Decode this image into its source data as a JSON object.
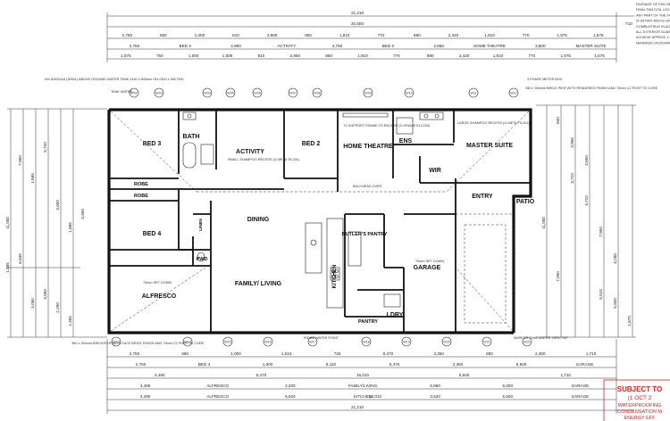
{
  "notes_top_right": [
    "PASSAGE OF FAN GEL UNIT FRE",
    "FINAL FAN COIL LOCATION.",
    "ANY PART OF THE FASCIA, GUTT",
    "IS WITHIN 450mm OF ANY BOUND",
    "COMBUSTIBLE IN ACCORDANCE",
    "ALL EXTERIOR SLABS TO BE GRA",
    "ACHIEVE APPROX 1:100 FALL TO",
    "MAXIMUM CROSSFALL OF 25mm"
  ],
  "top_dims": {
    "overall": "21,210",
    "right_end": "710",
    "row1": [
      "20,500"
    ],
    "row2": [
      "2,750",
      "850",
      "1,000",
      "810",
      "2,860",
      "850",
      "1,810",
      "770",
      "880",
      "2,420",
      "1,810",
      "770",
      "1,975",
      "1,675"
    ],
    "row3": [
      "2,750",
      "BED 3",
      "2,950",
      "ACTIVITY",
      "2,750",
      "BED 2",
      "2,650",
      "HOME THEATRE",
      "3,500",
      "MASTER SUITE"
    ],
    "row4": [
      "1,675",
      "750",
      "1,000",
      "1,605",
      "810",
      "2,860",
      "850",
      "1,810",
      "770",
      "880",
      "2,420",
      "1,810",
      "770",
      "1,975",
      "1,675"
    ]
  },
  "rooms": {
    "bed3": "BED 3",
    "bath": "BATH",
    "activity": "ACTIVITY",
    "bed2": "BED 2",
    "home_theatre": "HOME THEATRE",
    "ens": "ENS",
    "master_suite": "MASTER SUITE",
    "wir": "WIR",
    "entry": "ENTRY",
    "patio": "PATIO",
    "robe1": "ROBE",
    "robe2": "ROBE",
    "bed4": "BED 4",
    "dining": "DINING",
    "butlers_pantry": "BUTLER'S PANTRY",
    "garage": "GARAGE",
    "pwd": "PWD",
    "alfresco": "ALFRESCO",
    "family_living": "FAMILY/ LIVING",
    "kitchen": "KITCHEN",
    "pantry": "PANTRY",
    "ldry": "LDRY",
    "linen": "LINEN"
  },
  "annotations": {
    "water_tank": "KM IDASOLA (3050L) ABOVE GROUND WATER TANK 2440 x 840mm ON 2300 x 950 PAD",
    "tank_water": "TANK WATER",
    "three_phase": "3 PHASE METER BOX",
    "brick_pier": "350 x 350mm BRICK PIER WITH RENDERED FINISH AND 75mm C2 POST TO CORE",
    "tv_support": "TV SUPPORT FRAME TO RECESS (G-FRAME ELC200)",
    "shampoo_small": "SMALL SHAMPOO RECESS (G-META TIL201)",
    "shampoo_large": "LARGE SHAMPOO RECESS (G-META TIL201)",
    "garage_slab": "70mm SET DOWN",
    "bulkhead": "BULKHEAD OVER",
    "brick_pier_bottom": "350 x 350mm BRICKPIER WITH FACE BRICK FINISH AND 75mm C2 POST TO CORE",
    "ridge_water": "RIDGE WATER POINT",
    "marker_tank_water_tap": "MARKER TANK WATER YARD TAP",
    "set_down": "70mm SET DOWN"
  },
  "left_dims": [
    "11,000",
    "7,950",
    "3,050",
    "5,720",
    "3,000",
    "1,885",
    "1,885",
    "6,635",
    "1,665",
    "3,950",
    "2,250",
    "1,465",
    "3,350"
  ],
  "right_dims": [
    "11,000",
    "7,050",
    "3,950",
    "4,650",
    "5,510",
    "4,280",
    "1,870",
    "840",
    "3,710",
    "3,710",
    "7,950",
    "5,500"
  ],
  "bottom_dims": {
    "row1": [
      "2,750",
      "580",
      "1,000",
      "1,515",
      "725",
      "6,470",
      "2,350",
      "850",
      "2,300",
      "1,710"
    ],
    "row2": [
      "2,750",
      "BED 4",
      "1,000",
      "8,110",
      "6,470",
      "2,350",
      "5,500",
      "GARAGE"
    ],
    "row3": [
      "4,490",
      "6,470",
      "15,010",
      "5,500",
      "1,710"
    ],
    "row4": [
      "4,490",
      "ALFRESCO",
      "4,320",
      "FAMILY/LIVING",
      "5,860",
      "5,500",
      "GARAGE"
    ],
    "row5": [
      "4,490",
      "ALFRESCO",
      "6,920",
      "KITCHEN",
      "3,520",
      "5,500",
      "GARAGE"
    ],
    "overall": "21,210",
    "total_inner": "15,010"
  },
  "window_codes": [
    "W02",
    "W03",
    "W04",
    "W05",
    "W06",
    "W07",
    "W08",
    "W09",
    "W10",
    "W11",
    "W12",
    "W13",
    "W14",
    "W15",
    "W16",
    "W17",
    "W18",
    "W19",
    "W20",
    "W21",
    "W22"
  ],
  "stamp": {
    "line1": "SUBJECT TO",
    "line2": "(1 OCT 2",
    "line3": "WATERPROOFING",
    "line4": "CONDENSATION M",
    "line5": "ENERGY EFF"
  },
  "colors": {
    "line": "#111111",
    "stamp": "#cc2222",
    "bg": "#ffffff"
  }
}
